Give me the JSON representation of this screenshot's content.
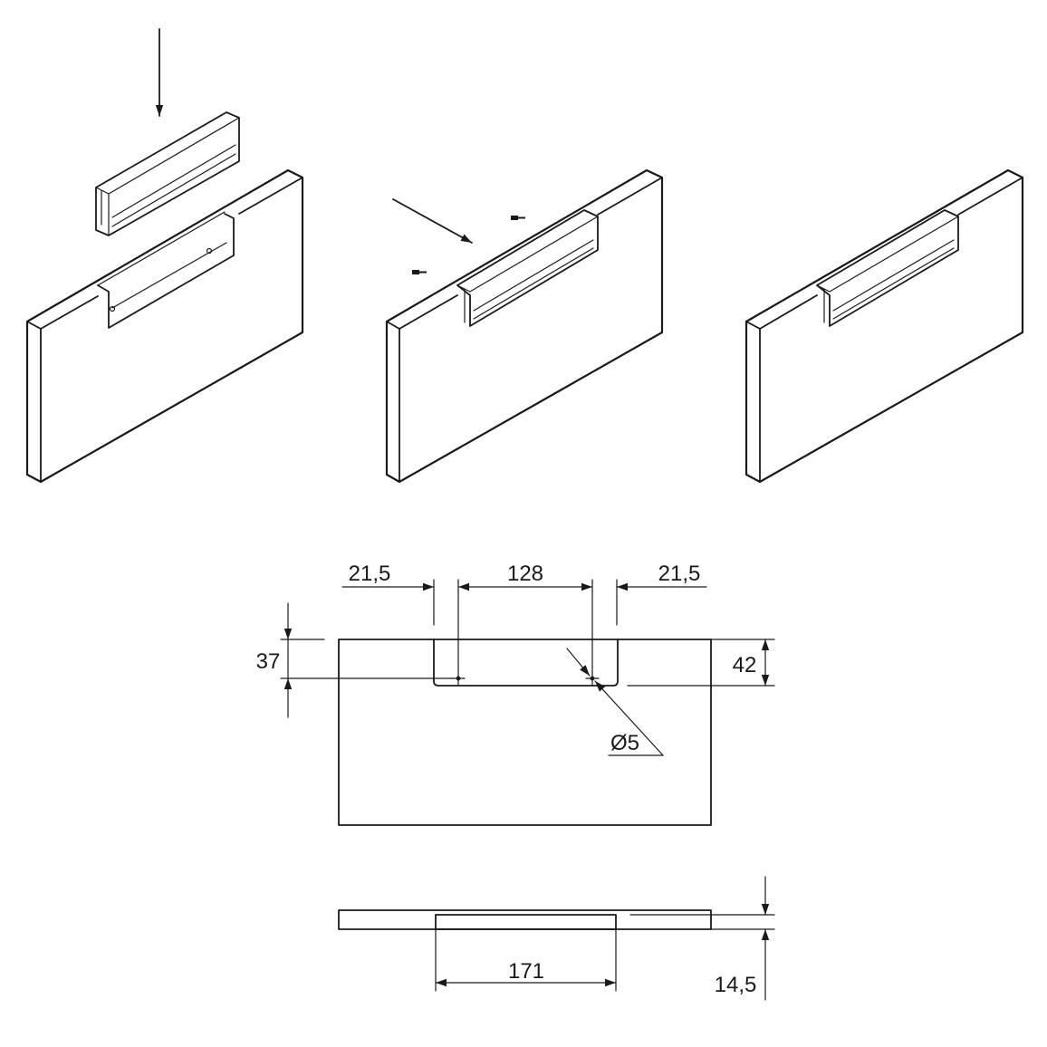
{
  "colors": {
    "line": "#1a1a1a",
    "background": "#ffffff"
  },
  "front_view": {
    "dim_left_offset": "21,5",
    "dim_hole_spacing": "128",
    "dim_right_offset": "21,5",
    "dim_depth_left": "37",
    "dim_depth_right": "42",
    "dim_hole_diameter": "Ø5"
  },
  "top_view": {
    "dim_cutout_width": "171",
    "dim_thickness": "14,5"
  }
}
